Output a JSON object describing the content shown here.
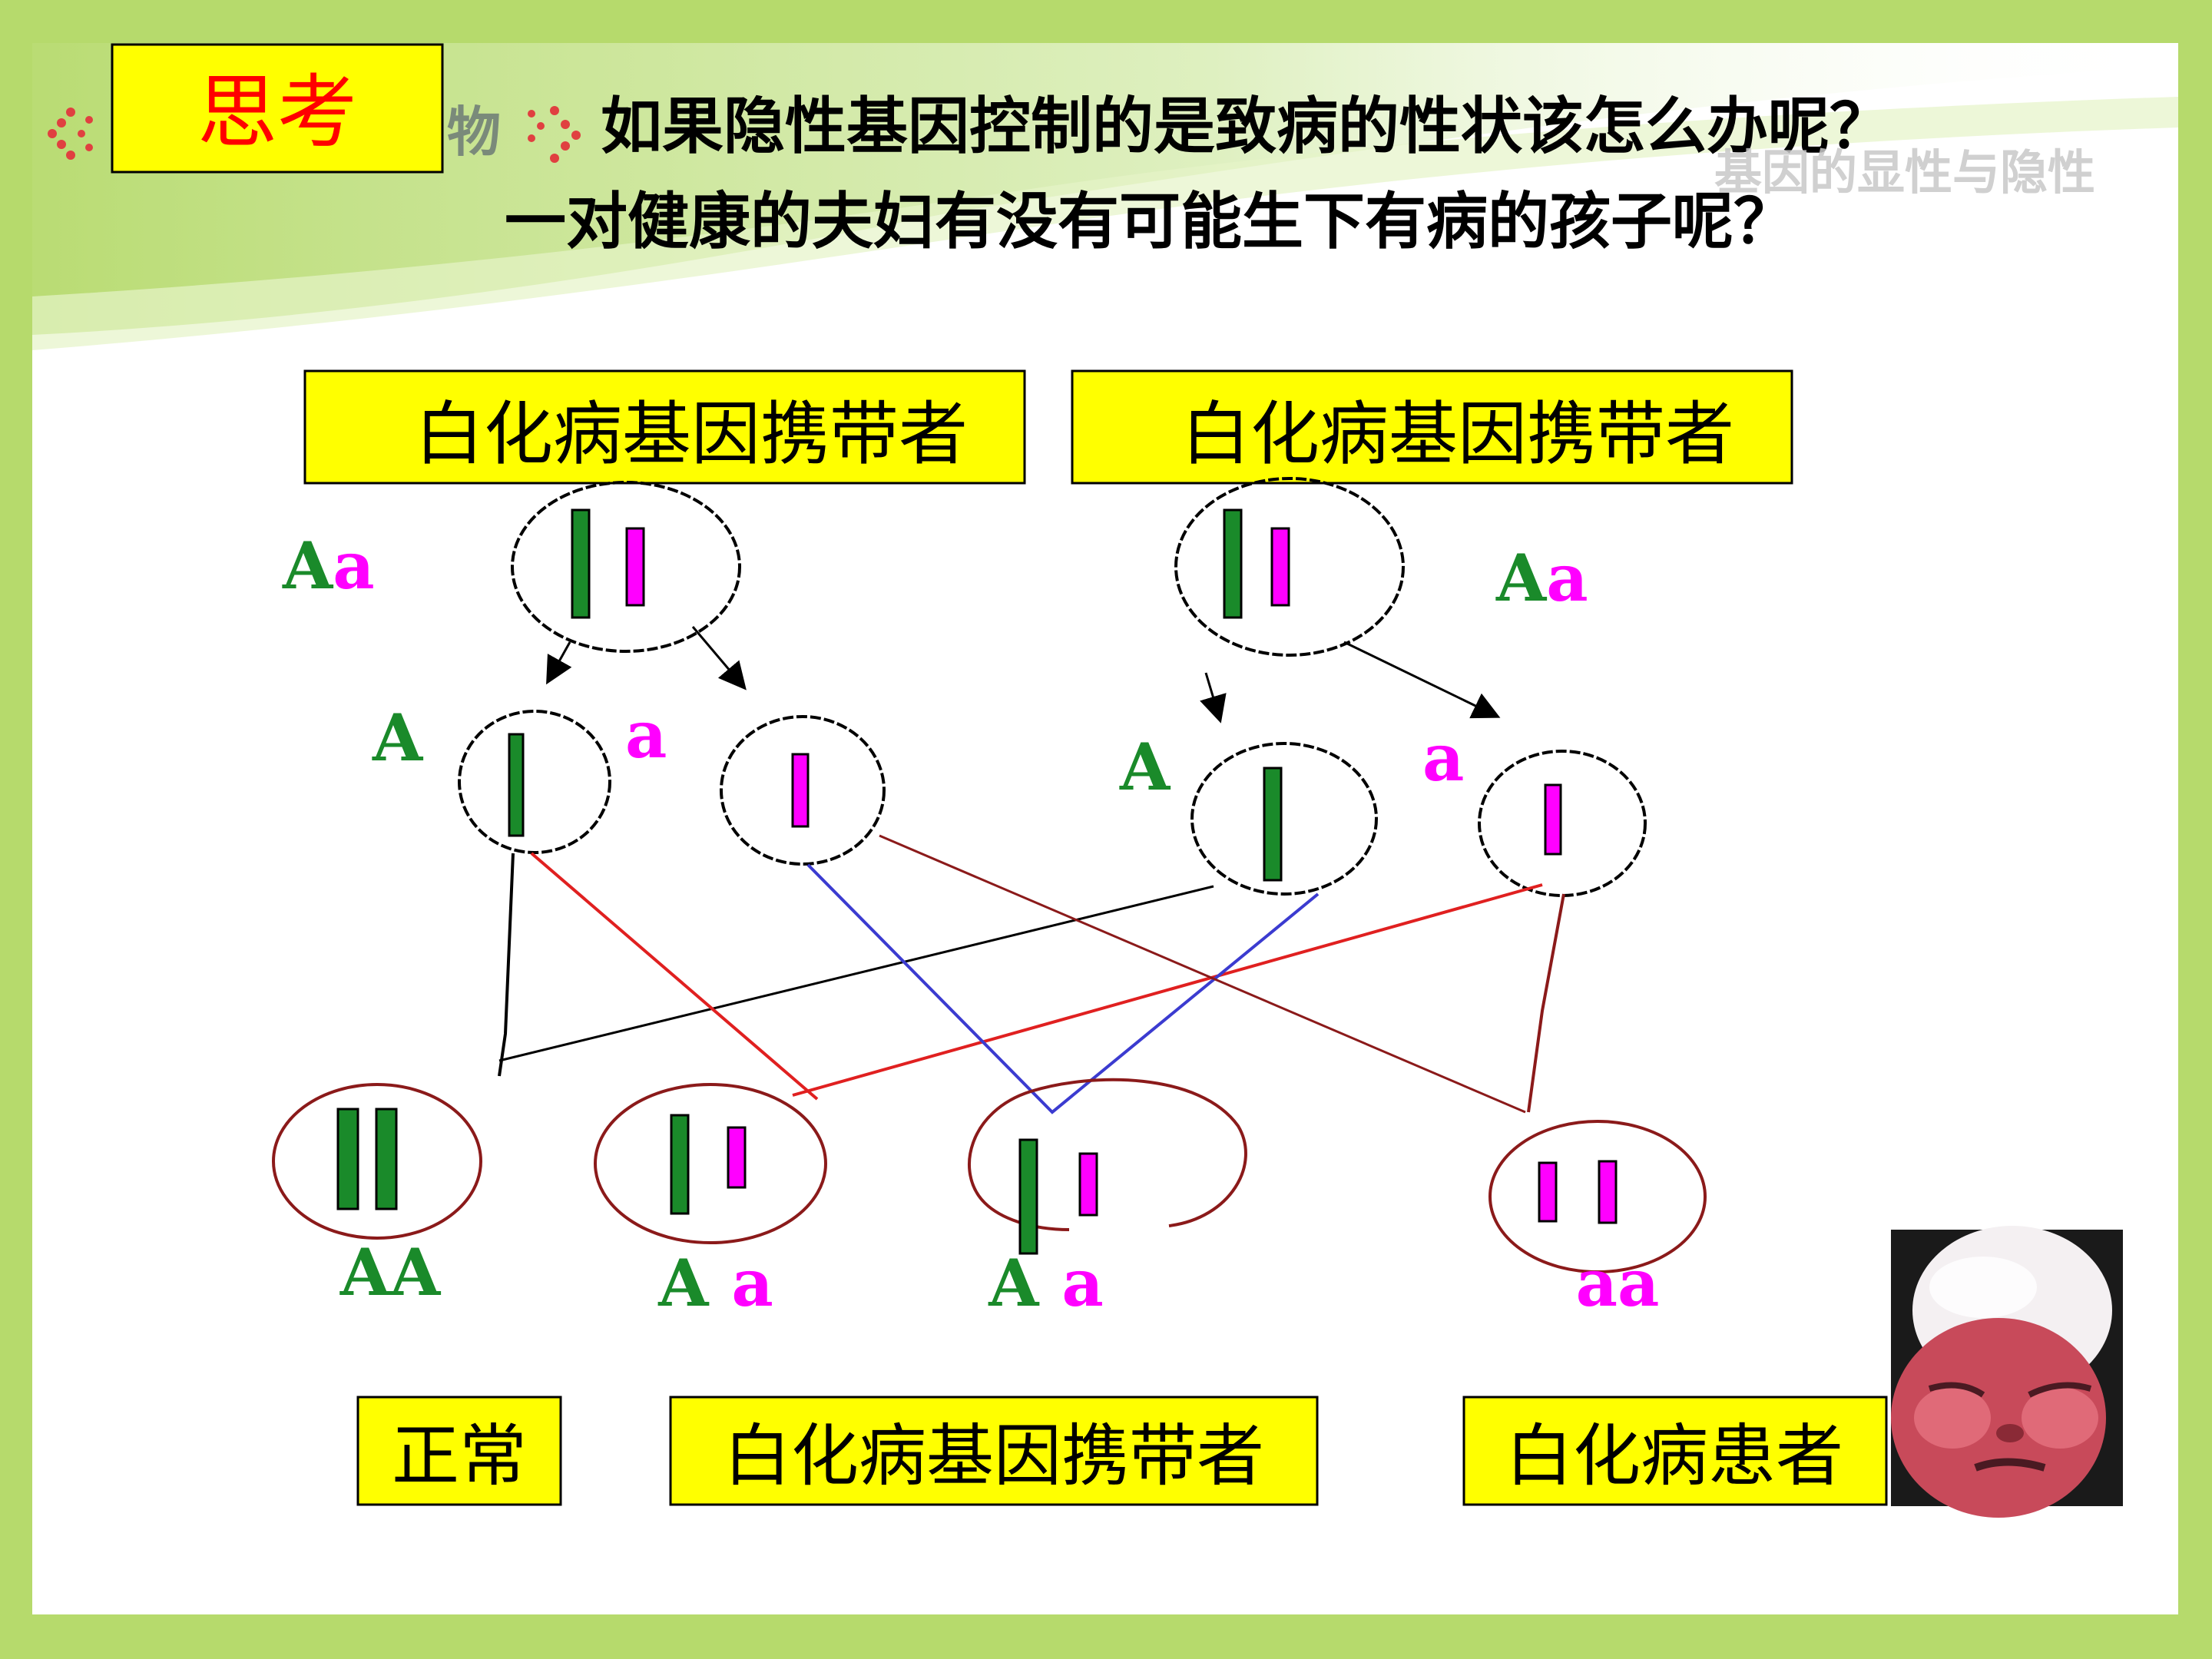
{
  "header": {
    "badge": "思考",
    "question_line1": "如果隐性基因控制的是致病的性状该怎么办呢？",
    "question_line2": "一对健康的夫妇有没有可能生下有病的孩子呢？",
    "banner_fragment": "物",
    "banner_subtitle": "基因的显性与隐性"
  },
  "parents": [
    {
      "label": "白化病基因携带者",
      "genotype_dominant": "A",
      "genotype_recessive": "a"
    },
    {
      "label": "白化病基因携带者",
      "genotype_dominant": "A",
      "genotype_recessive": "a"
    }
  ],
  "gametes": [
    {
      "label": "A",
      "allele": "dominant"
    },
    {
      "label": "a",
      "allele": "recessive"
    },
    {
      "label": "A",
      "allele": "dominant"
    },
    {
      "label": "a",
      "allele": "recessive"
    }
  ],
  "offspring": [
    {
      "genotype_first": "AA",
      "genotype_second": ""
    },
    {
      "genotype_first": "A",
      "genotype_second": "a"
    },
    {
      "genotype_first": "A",
      "genotype_second": "a"
    },
    {
      "genotype_first": "",
      "genotype_second": "aa"
    }
  ],
  "phenotypes": [
    {
      "label": "正常"
    },
    {
      "label": "白化病基因携带者"
    },
    {
      "label": "白化病患者"
    }
  ],
  "colors": {
    "background_green": "#b6da6c",
    "badge_fill": "#ffff00",
    "badge_text": "#ff0000",
    "dominant_green": "#1a8a2a",
    "recessive_magenta": "#ff00ff",
    "offspring_circle": "#8b1a1a",
    "line_red": "#e02020",
    "line_blue": "#3b3bd0",
    "line_darkred": "#8b1a1a"
  }
}
